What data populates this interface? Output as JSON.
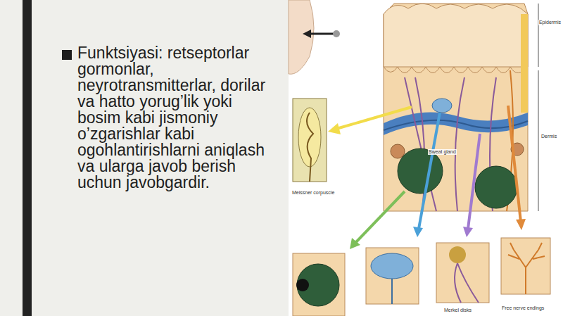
{
  "diagram": {
    "labels": [
      "Funktsiyasi: retseptorlar gormonlar, neyrotransmitterlar, dorilar va hatto yorug’lik yoki bosim kabi jismoniy o’zgarishlar kabi ogohlantirishlarni aniqlash va ularga javob berish uchun javobgardir.",
      "Epidermis",
      "Dermis",
      "Sweat gland",
      "Meissner corpuscle",
      "Merkel disks",
      "Free nerve endings"
    ]
  }
}
